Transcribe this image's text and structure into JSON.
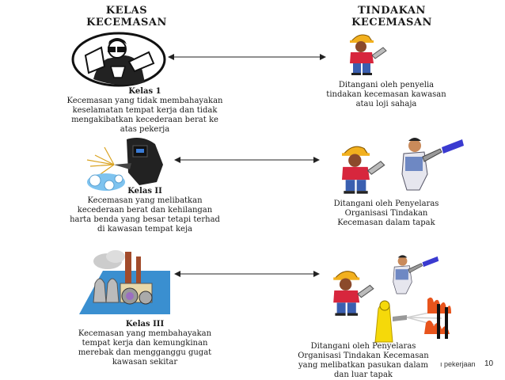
{
  "headers": {
    "left": [
      "KELAS",
      "KECEMASAN"
    ],
    "right": [
      "TINDAKAN",
      "KECEMASAN"
    ]
  },
  "classes": [
    {
      "title": "Kelas 1",
      "lines": [
        "Kecemasan yang tidak membahayakan",
        "keselamatan tempat kerja dan tidak",
        "mengakibatkan kecederaan berat ke",
        "atas pekerja"
      ],
      "icon": "worker-binoculars-icon"
    },
    {
      "title": "Kelas II",
      "lines": [
        "Kecemasan yang melibatkan",
        "kecederaan berat dan kehilangan",
        "harta benda yang besar tetapi terhad",
        "di kawasan tempat keja"
      ],
      "icon": "welder-sparks-icon"
    },
    {
      "title": "Kelas III",
      "lines": [
        "Kecemasan yang membahayakan",
        "tempat kerja dan kemungkinan",
        "merebak dan mengganggu gugat",
        "kawasan sekitar"
      ],
      "icon": "factory-smoke-icon"
    }
  ],
  "actions": [
    {
      "lines": [
        "Ditangani oleh penyelia",
        "tindakan kecemasan kawasan",
        "atau loji sahaja"
      ]
    },
    {
      "lines": [
        "Ditangani oleh Penyelaras",
        "Organisasi Tindakan",
        "Kecemasan dalam tapak"
      ]
    },
    {
      "lines": [
        "Ditangani oleh Penyelaras",
        "Organisasi Tindakan Kecemasan",
        "yang melibatkan pasukan dalam",
        "dan luar tapak"
      ]
    }
  ],
  "footer": {
    "text": "ı pekerjaan",
    "page": "10"
  },
  "colors": {
    "hardhat": "#f2b01e",
    "shirt": "#d7263d",
    "jeans": "#3a5fb0",
    "flame": "#e8541c",
    "spray": "#3a3ad0"
  }
}
